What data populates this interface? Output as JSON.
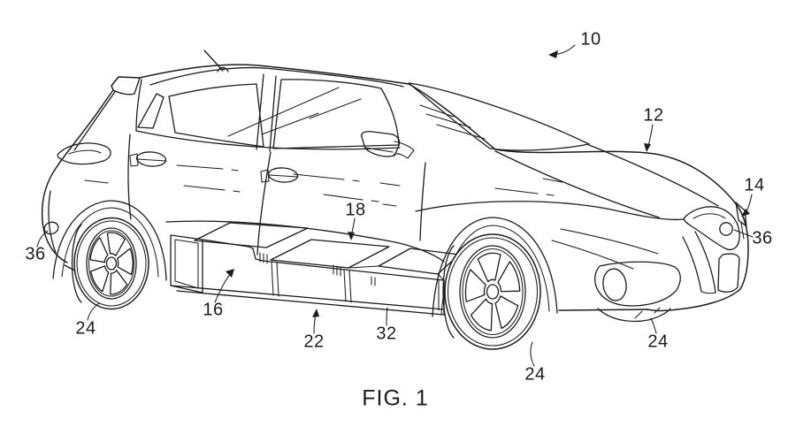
{
  "figure": {
    "caption": "FIG. 1",
    "description": "Patent line drawing, side view of an electric hatchback vehicle with under-floor battery pack",
    "background_color": "#ffffff",
    "line_color": "#1c1c1c"
  },
  "labels": [
    {
      "id": "ref-10",
      "text": "10"
    },
    {
      "id": "ref-12",
      "text": "12"
    },
    {
      "id": "ref-14",
      "text": "14"
    },
    {
      "id": "ref-36-front",
      "text": "36"
    },
    {
      "id": "ref-18",
      "text": "18"
    },
    {
      "id": "ref-16",
      "text": "16"
    },
    {
      "id": "ref-22",
      "text": "22"
    },
    {
      "id": "ref-32",
      "text": "32"
    },
    {
      "id": "ref-24-rear-wheel",
      "text": "24"
    },
    {
      "id": "ref-24-front-wheel",
      "text": "24"
    },
    {
      "id": "ref-24-front-bumper",
      "text": "24"
    },
    {
      "id": "ref-36-rear",
      "text": "36"
    }
  ]
}
